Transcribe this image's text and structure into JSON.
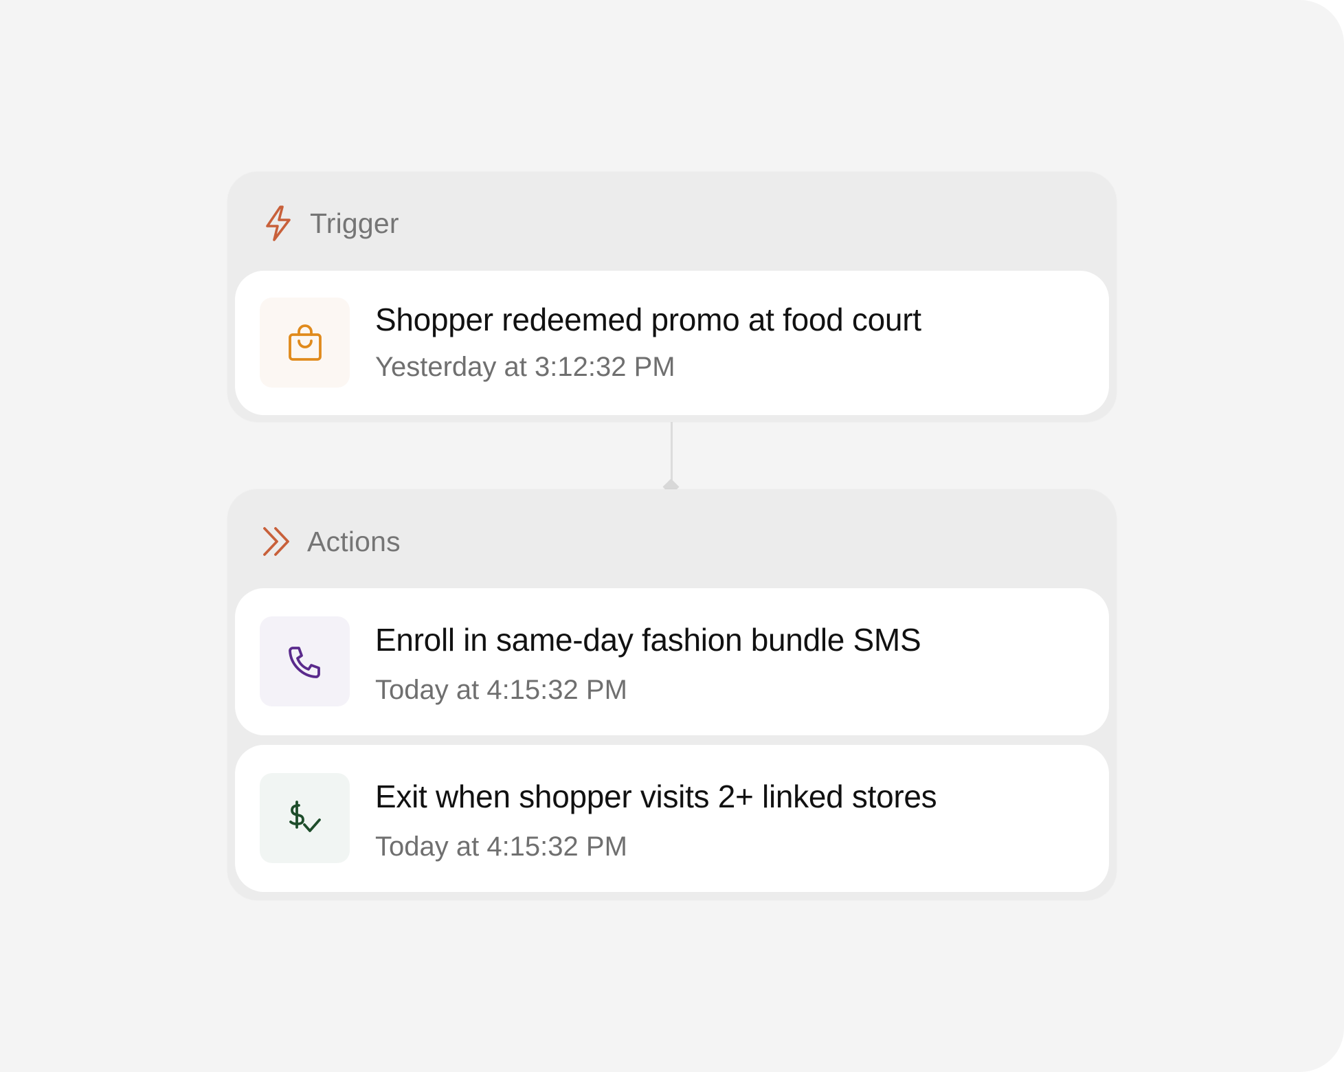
{
  "colors": {
    "background": "#f4f4f4",
    "group_background": "#ececec",
    "card_background": "#ffffff",
    "header_icon_accent": "#c8603a",
    "shopping_bag_icon": "#e08a1c",
    "phone_icon": "#5a2a8c",
    "dollar_check_icon": "#1e4d2b"
  },
  "trigger": {
    "title": "Trigger",
    "icon": "lightning-bolt-icon",
    "event": {
      "icon": "shopping-bag-icon",
      "title": "Shopper redeemed promo at food court",
      "timestamp": "Yesterday at 3:12:32 PM"
    }
  },
  "actions": {
    "title": "Actions",
    "icon": "double-chevron-right-icon",
    "items": [
      {
        "icon": "phone-icon",
        "title": "Enroll in same-day fashion bundle SMS",
        "timestamp": "Today at 4:15:32 PM"
      },
      {
        "icon": "dollar-check-icon",
        "title": "Exit when shopper visits 2+ linked stores",
        "timestamp": "Today at 4:15:32 PM"
      }
    ]
  }
}
